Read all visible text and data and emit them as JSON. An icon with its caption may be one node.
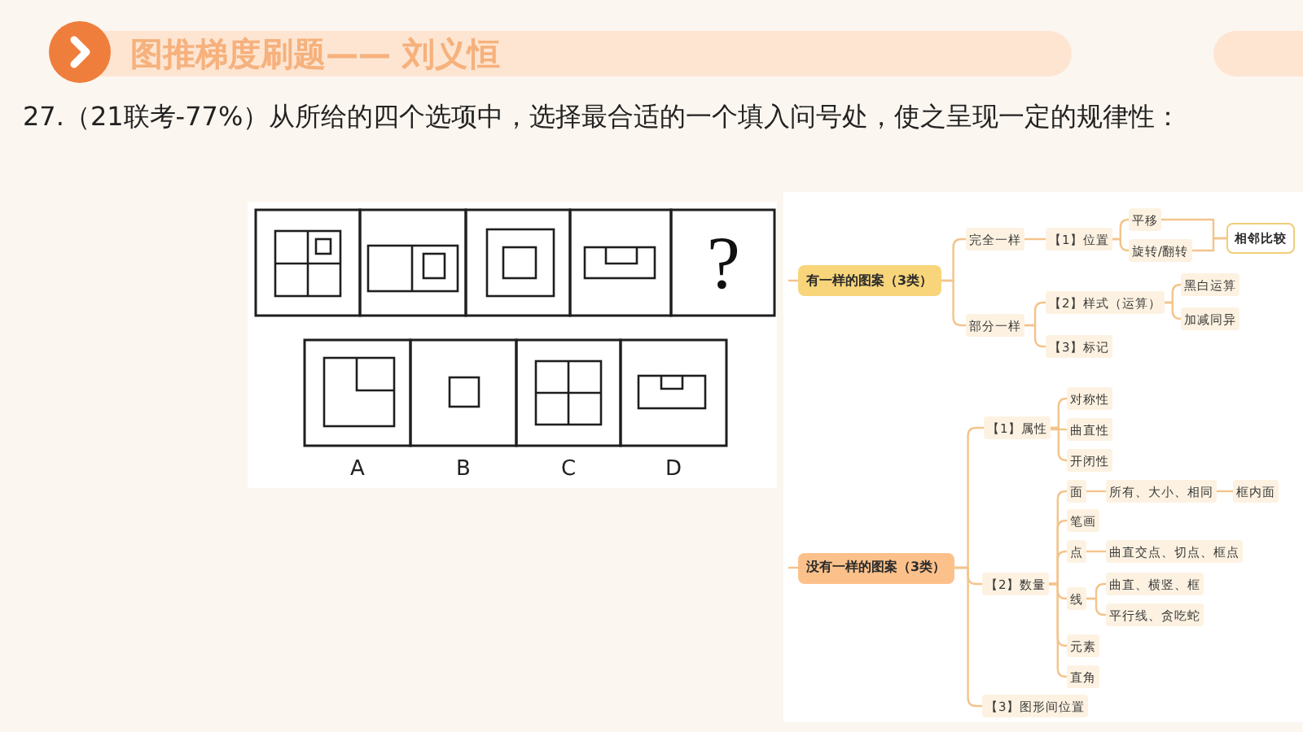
{
  "diagram": {
    "title": "图推梯度刷题—— 刘义恒",
    "nodes": [
      {
        "text": [
          "有一样的图案（3类）"
        ]
      },
      {
        "text": [
          "完全一样"
        ]
      },
      {
        "text": [
          "【1】位置"
        ]
      },
      {
        "text": [
          "平移"
        ]
      },
      {
        "text": [
          "旋转/翻转"
        ]
      },
      {
        "text": [
          "相邻比较"
        ]
      },
      {
        "text": [
          "部分一样"
        ]
      },
      {
        "text": [
          "【2】样式（运算）"
        ]
      },
      {
        "text": [
          "黑白运算"
        ]
      },
      {
        "text": [
          "加减同异"
        ]
      },
      {
        "text": [
          "【3】标记"
        ]
      },
      {
        "text": [
          "没有一样的图案（3类）"
        ]
      },
      {
        "text": [
          "【1】属性"
        ]
      },
      {
        "text": [
          "对称性"
        ]
      },
      {
        "text": [
          "曲直性"
        ]
      },
      {
        "text": [
          "开闭性"
        ]
      },
      {
        "text": [
          "【2】数量"
        ]
      },
      {
        "text": [
          "面"
        ]
      },
      {
        "text": [
          "所有、大小、相同"
        ]
      },
      {
        "text": [
          "框内面"
        ]
      },
      {
        "text": [
          "笔画"
        ]
      },
      {
        "text": [
          "点"
        ]
      },
      {
        "text": [
          "曲直交点、切点、框点"
        ]
      },
      {
        "text": [
          "线"
        ]
      },
      {
        "text": [
          "曲直、横竖、框"
        ]
      },
      {
        "text": [
          "平行线、贪吃蛇"
        ]
      },
      {
        "text": [
          "元素"
        ]
      },
      {
        "text": [
          "直角"
        ]
      },
      {
        "text": [
          "【3】图形间位置"
        ]
      }
    ],
    "edges": [
      {
        "from": null,
        "to": 0,
        "arrow": "none"
      },
      {
        "from": 0,
        "to": 1,
        "arrow": "none"
      },
      {
        "from": 0,
        "to": 6,
        "arrow": "none"
      },
      {
        "from": 1,
        "to": 2,
        "arrow": "none"
      },
      {
        "from": 2,
        "to": 3,
        "arrow": "none"
      },
      {
        "from": 2,
        "to": 4,
        "arrow": "none"
      },
      {
        "from": 3,
        "to": 5,
        "arrow": "none"
      },
      {
        "from": 4,
        "to": 5,
        "arrow": "none"
      },
      {
        "from": 6,
        "to": 7,
        "arrow": "none"
      },
      {
        "from": 6,
        "to": 10,
        "arrow": "none"
      },
      {
        "from": 7,
        "to": 8,
        "arrow": "none"
      },
      {
        "from": 7,
        "to": 9,
        "arrow": "none"
      },
      {
        "from": null,
        "to": 11,
        "arrow": "none"
      },
      {
        "from": 11,
        "to": 12,
        "arrow": "none"
      },
      {
        "from": 11,
        "to": 16,
        "arrow": "none"
      },
      {
        "from": 11,
        "to": 28,
        "arrow": "none"
      },
      {
        "from": 12,
        "to": 13,
        "arrow": "none"
      },
      {
        "from": 12,
        "to": 14,
        "arrow": "none"
      },
      {
        "from": 12,
        "to": 15,
        "arrow": "none"
      },
      {
        "from": 16,
        "to": 17,
        "arrow": "none"
      },
      {
        "from": 16,
        "to": 20,
        "arrow": "none"
      },
      {
        "from": 16,
        "to": 21,
        "arrow": "none"
      },
      {
        "from": 16,
        "to": 23,
        "arrow": "none"
      },
      {
        "from": 16,
        "to": 26,
        "arrow": "none"
      },
      {
        "from": 16,
        "to": 27,
        "arrow": "none"
      },
      {
        "from": 17,
        "to": 18,
        "arrow": "none"
      },
      {
        "from": 18,
        "to": 19,
        "arrow": "none"
      },
      {
        "from": 21,
        "to": 22,
        "arrow": "none"
      },
      {
        "from": 23,
        "to": 24,
        "arrow": "none"
      },
      {
        "from": 23,
        "to": 25,
        "arrow": "none"
      }
    ],
    "labels": [
      "27.（21联考-77%）从所给的四个选项中，选择最合适的一个填入问号处，使之呈现一定的规律性：",
      "?",
      "A",
      "B",
      "C",
      "D"
    ]
  }
}
